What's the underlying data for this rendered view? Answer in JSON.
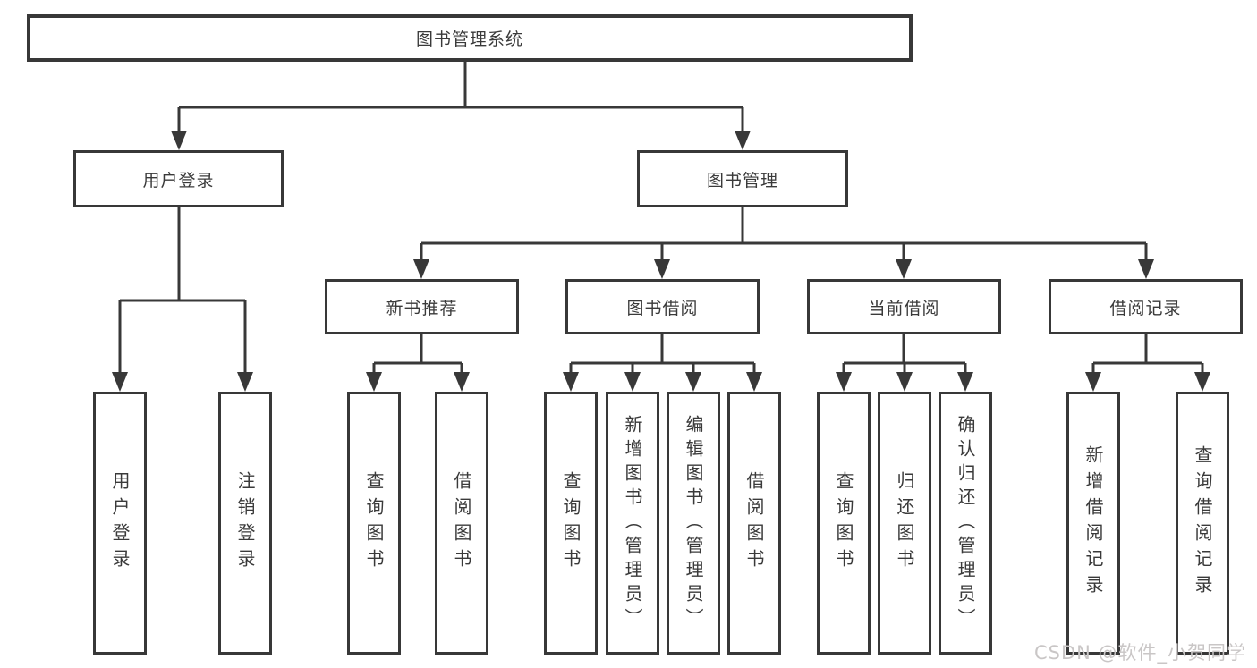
{
  "tree": {
    "label": "图书管理系统",
    "children": [
      {
        "label": "用户登录",
        "children": [
          {
            "label": "用户登录"
          },
          {
            "label": "注销登录"
          }
        ]
      },
      {
        "label": "图书管理",
        "children": [
          {
            "label": "新书推荐",
            "children": [
              {
                "label": "查询图书"
              },
              {
                "label": "借阅图书"
              }
            ]
          },
          {
            "label": "图书借阅",
            "children": [
              {
                "label": "查询图书"
              },
              {
                "label": "新增图书（管理员）"
              },
              {
                "label": "编辑图书（管理员）"
              },
              {
                "label": "借阅图书"
              }
            ]
          },
          {
            "label": "当前借阅",
            "children": [
              {
                "label": "查询图书"
              },
              {
                "label": "归还图书"
              },
              {
                "label": "确认归还（管理员）"
              }
            ]
          },
          {
            "label": "借阅记录",
            "children": [
              {
                "label": "新增借阅记录"
              },
              {
                "label": "查询借阅记录"
              }
            ]
          }
        ]
      }
    ]
  },
  "watermark": {
    "text": "CSDN @软件_小贺同学"
  },
  "colors": {
    "line": "#383838",
    "box_border": "#383838",
    "box_fill": "#ffffff",
    "text": "#3a3a3a",
    "watermark": "#c9c6c6",
    "background": "#ffffff"
  }
}
